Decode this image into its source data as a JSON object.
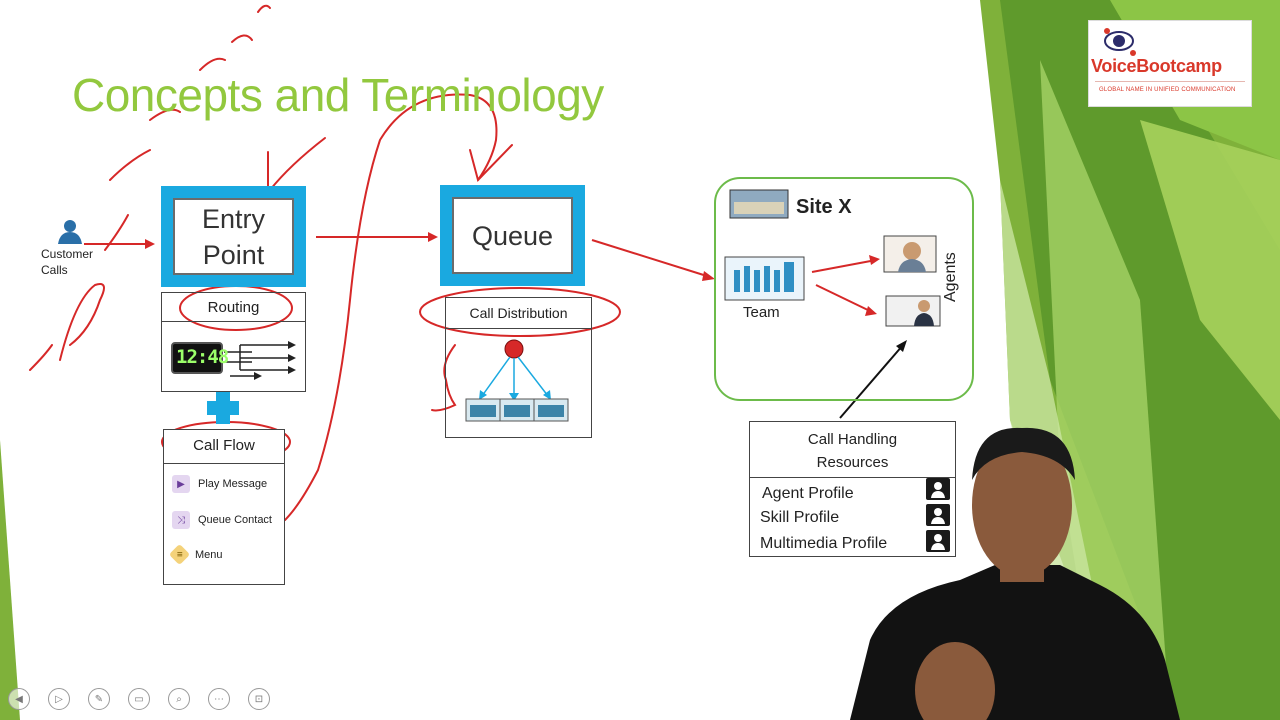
{
  "slide": {
    "title": "Concepts and Terminology"
  },
  "logo": {
    "name_a": "Voice",
    "name_b": "Bootcamp",
    "tagline": "GLOBAL NAME IN UNIFIED COMMUNICATION"
  },
  "customer": {
    "line1": "Customer",
    "line2": "Calls"
  },
  "entry_point": {
    "line1": "Entry",
    "line2": "Point"
  },
  "routing": {
    "title": "Routing",
    "clock": "12:48"
  },
  "call_flow": {
    "title": "Call Flow",
    "items": [
      {
        "label": "Play Message"
      },
      {
        "label": "Queue Contact"
      },
      {
        "label": "Menu"
      }
    ]
  },
  "queue": {
    "label": "Queue",
    "distribution_title": "Call Distribution"
  },
  "site": {
    "name": "Site X",
    "team_label": "Team",
    "agents_label": "Agents"
  },
  "call_handling": {
    "title_line1": "Call Handling",
    "title_line2": "Resources",
    "items": [
      {
        "label": "Agent Profile"
      },
      {
        "label": "Skill Profile"
      },
      {
        "label": "Multimedia Profile"
      }
    ]
  },
  "colors": {
    "title_green": "#92c83e",
    "box_blue": "#1aa9e0",
    "annotation_red": "#d62828",
    "site_green": "#6cbb4a"
  }
}
